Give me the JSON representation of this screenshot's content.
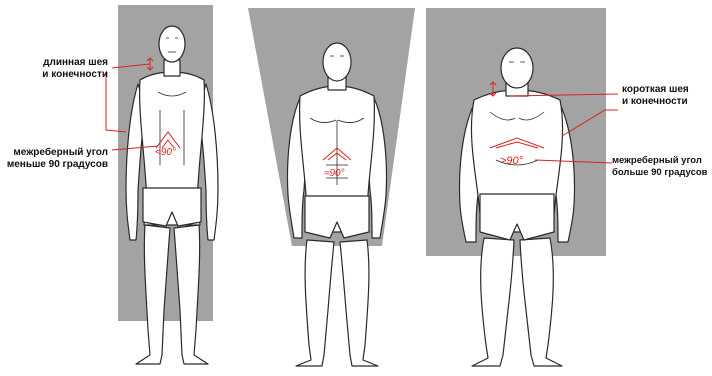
{
  "colors": {
    "panel": "#a3a3a3",
    "ink": "#2a2a2a",
    "accent": "#d9231e",
    "skin": "#ffffff"
  },
  "figures": [
    {
      "id": "thin",
      "labels": {
        "neck_line1": "длинная шея",
        "neck_line2": "и конечности",
        "angle_line1": "межреберный угол",
        "angle_line2": "меньше 90 градусов",
        "angle_mark": "<90°"
      }
    },
    {
      "id": "athletic",
      "labels": {
        "angle_mark": "≈90°"
      }
    },
    {
      "id": "stocky",
      "labels": {
        "neck_line1": "короткая шея",
        "neck_line2": "и конечности",
        "angle_line1": "межреберный угол",
        "angle_line2": "больше 90 градусов",
        "angle_mark": ">90°"
      }
    }
  ]
}
